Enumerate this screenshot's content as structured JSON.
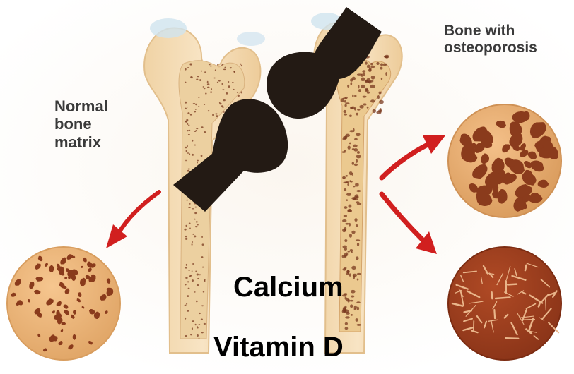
{
  "labels": {
    "normal_bone": [
      "Normal",
      "bone",
      "matrix"
    ],
    "osteoporosis": [
      "Bone with",
      "osteoporosis"
    ]
  },
  "overlay_text": {
    "line1": "Calcium",
    "line2": "Vitamin D"
  },
  "colors": {
    "bone_fill": "#f3d9b1",
    "bone_inner": "#ecc891",
    "pore": "#7a3a1f",
    "arrow": "#d11f1f",
    "redaction": "#231a14",
    "dense_fill": "#e6b27d",
    "osteo_fill": "#e0a466",
    "severe_fill": "#9c3f21"
  }
}
